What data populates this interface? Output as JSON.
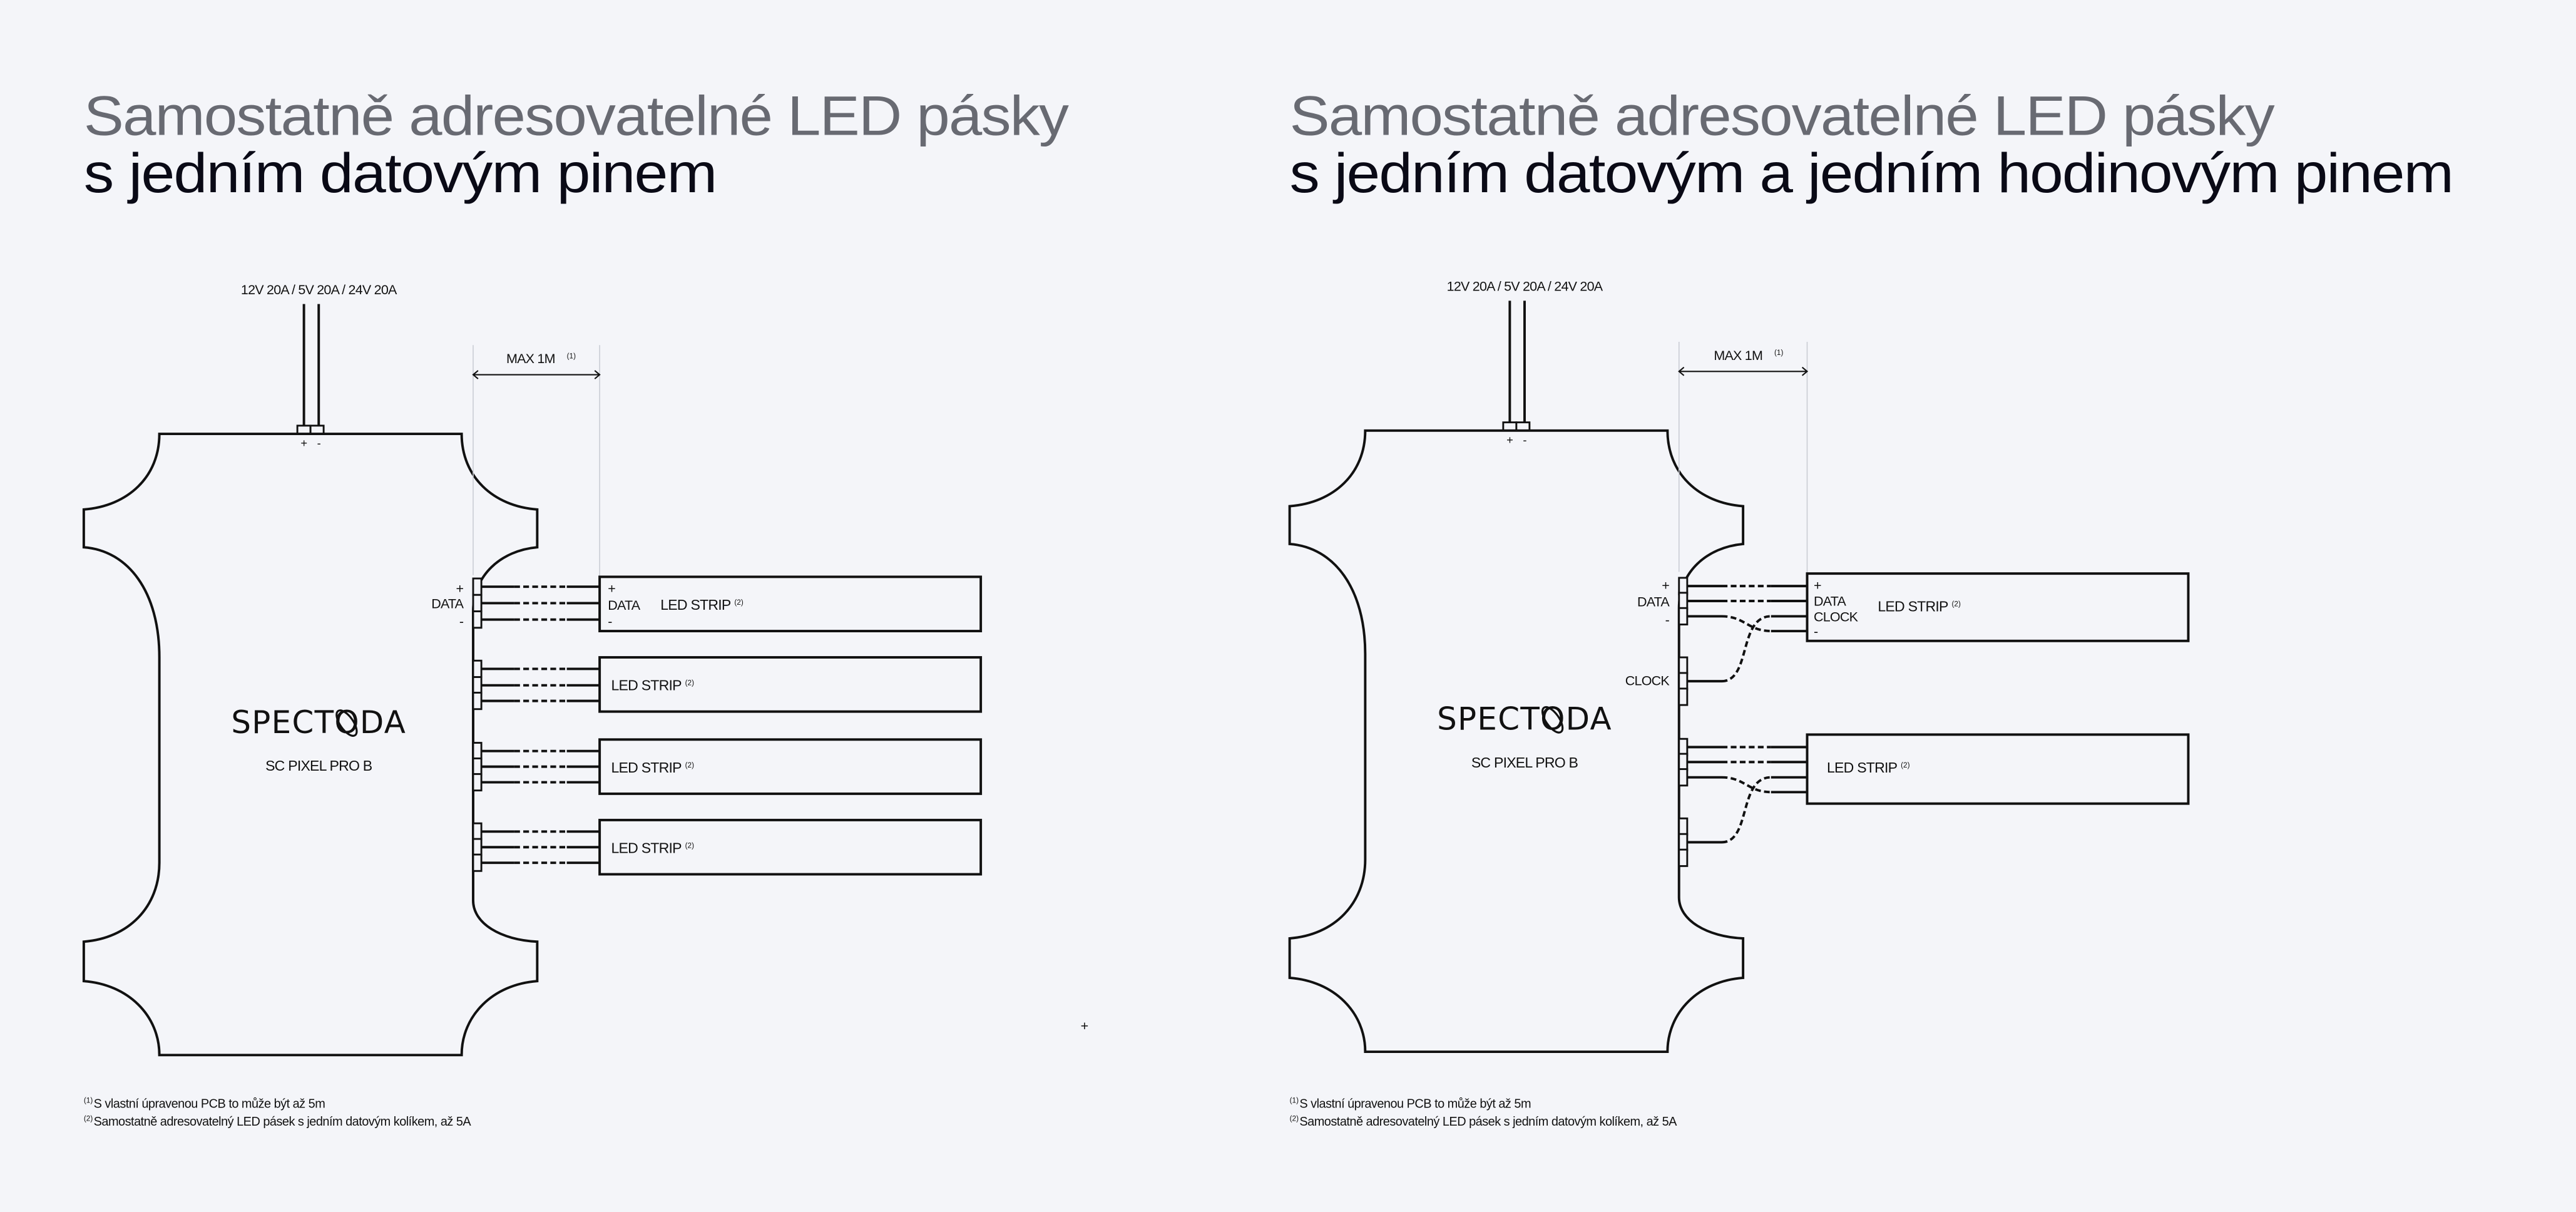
{
  "left": {
    "title_line1": "Samostatně adresovatelné LED pásky",
    "title_line2": "s jedním datovým pinem",
    "power_label": "12V 20A / 5V 20A / 24V 20A",
    "power_plus": "+",
    "power_minus": "-",
    "max_length": "MAX 1M",
    "max_note": "(1)",
    "logo": "SPECTODA",
    "model": "SC PIXEL PRO B",
    "port_labels": {
      "plus": "+",
      "data": "DATA",
      "minus": "-"
    },
    "strip_pins": {
      "plus": "+",
      "data": "DATA",
      "minus": "-"
    },
    "strips": [
      {
        "label": "LED STRIP",
        "note": "(2)"
      },
      {
        "label": "LED STRIP",
        "note": "(2)"
      },
      {
        "label": "LED STRIP",
        "note": "(2)"
      },
      {
        "label": "LED STRIP",
        "note": "(2)"
      }
    ],
    "footnotes": [
      {
        "mark": "(1)",
        "text": "S vlastní úpravenou PCB to může být až 5m"
      },
      {
        "mark": "(2)",
        "text": "Samostatně adresovatelný LED pásek s jedním datovým kolíkem, až 5A"
      }
    ]
  },
  "right": {
    "title_line1": "Samostatně adresovatelné LED pásky",
    "title_line2": "s jedním datovým a jedním hodinovým pinem",
    "power_label": "12V 20A / 5V 20A / 24V 20A",
    "power_plus": "+",
    "power_minus": "-",
    "max_length": "MAX 1M",
    "max_note": "(1)",
    "logo": "SPECTODA",
    "model": "SC PIXEL PRO B",
    "port_labels": {
      "plus": "+",
      "data": "DATA",
      "minus": "-",
      "clock": "CLOCK"
    },
    "strip_pins": {
      "plus": "+",
      "data": "DATA",
      "clock": "CLOCK",
      "minus": "-"
    },
    "strips": [
      {
        "label": "LED STRIP",
        "note": "(2)"
      },
      {
        "label": "LED STRIP",
        "note": "(2)"
      }
    ],
    "footnotes": [
      {
        "mark": "(1)",
        "text": "S vlastní úpravenou PCB to může být až 5m"
      },
      {
        "mark": "(2)",
        "text": "Samostatně adresovatelný LED pásek s jedním datovým kolíkem, až 5A"
      }
    ]
  },
  "stray_mark": "+"
}
